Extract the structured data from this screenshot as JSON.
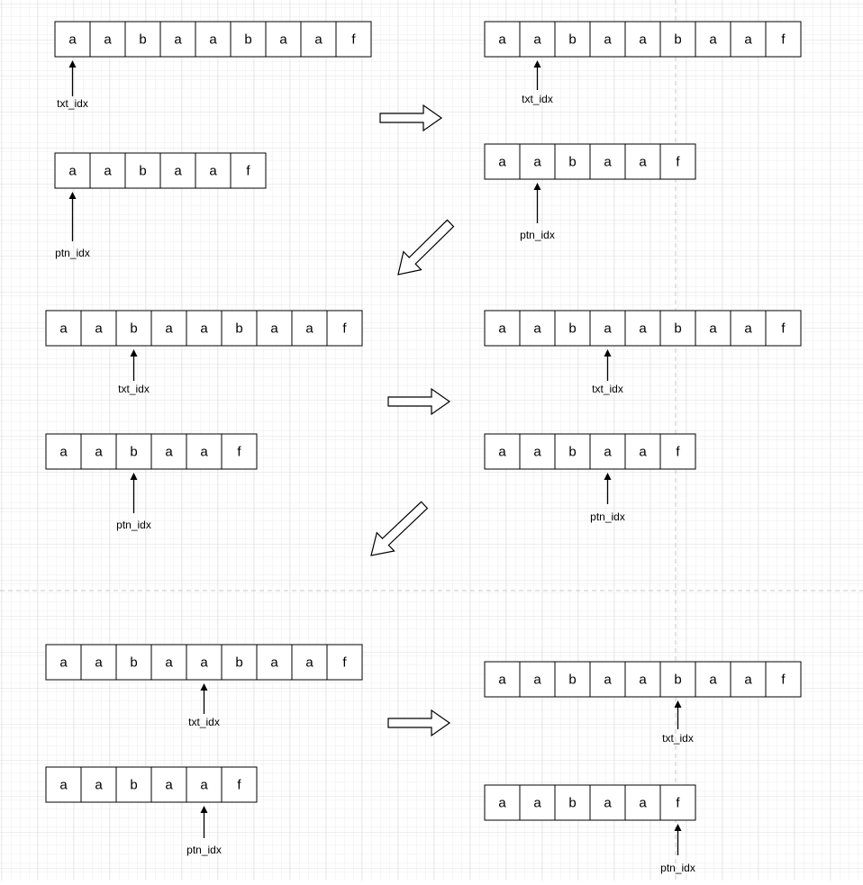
{
  "text_chars": [
    "a",
    "a",
    "b",
    "a",
    "a",
    "b",
    "a",
    "a",
    "f"
  ],
  "pattern_chars": [
    "a",
    "a",
    "b",
    "a",
    "a",
    "f"
  ],
  "txt_pointer_label": "txt_idx",
  "ptn_pointer_label": "ptn_idx",
  "steps": [
    {
      "txt_idx": 0,
      "ptn_idx": 0
    },
    {
      "txt_idx": 1,
      "ptn_idx": 1
    },
    {
      "txt_idx": 2,
      "ptn_idx": 2
    },
    {
      "txt_idx": 3,
      "ptn_idx": 3
    },
    {
      "txt_idx": 4,
      "ptn_idx": 4
    },
    {
      "txt_idx": 5,
      "ptn_idx": 5
    }
  ],
  "colors": {
    "background": "#ffffff",
    "grid_minor": "#ececec",
    "grid_major": "#dedede",
    "page_break": "#c8c8c8",
    "stroke": "#000000"
  }
}
